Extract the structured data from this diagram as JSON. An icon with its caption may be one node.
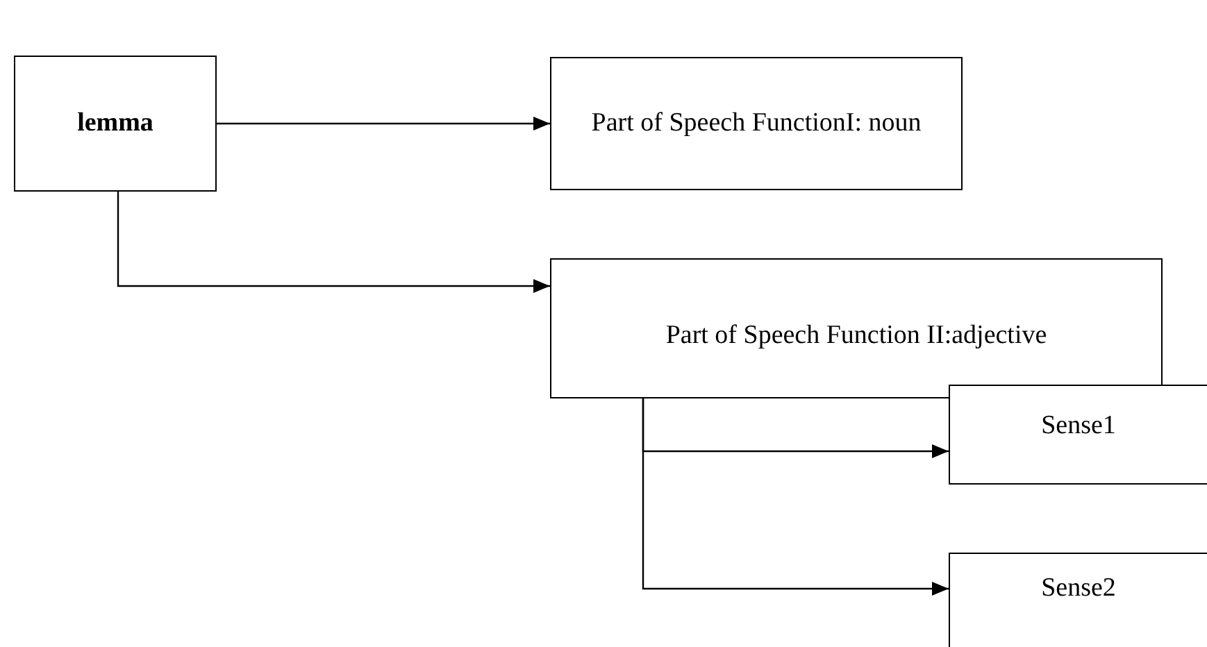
{
  "diagram": {
    "nodes": [
      {
        "text": [
          "lemma"
        ]
      },
      {
        "text": [
          "Part of Speech FunctionI: noun"
        ]
      },
      {
        "text": [
          "Part of Speech Function II:adjective"
        ]
      },
      {
        "text": [
          "Sense1"
        ]
      },
      {
        "text": [
          "Sense2"
        ]
      }
    ],
    "edges": [
      {
        "from": 0,
        "to": 1,
        "arrow": "to"
      },
      {
        "from": 0,
        "to": 2,
        "arrow": "to"
      },
      {
        "from": 2,
        "to": 3,
        "arrow": "to"
      },
      {
        "from": 2,
        "to": 4,
        "arrow": "to"
      }
    ]
  }
}
